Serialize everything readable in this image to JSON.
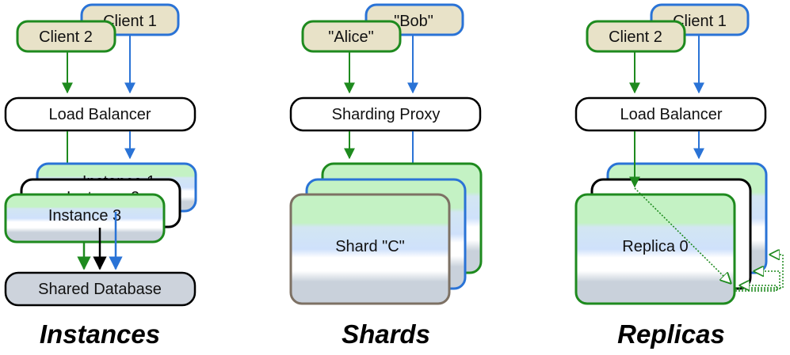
{
  "colors": {
    "green": "#1e8a1e",
    "blue": "#2a73d6",
    "black": "#000000",
    "client_fill": "#e8e2c8",
    "database_fill": "#cdd3dc",
    "shard_border": "#7d7164"
  },
  "instances": {
    "title": "Instances",
    "client1": "Client 1",
    "client2": "Client 2",
    "balancer": "Load Balancer",
    "instance_back": "Instance 1",
    "instance_mid": "Instance 2",
    "instance_front": "Instance 3",
    "database": "Shared Database"
  },
  "shards": {
    "title": "Shards",
    "client_bob": "\"Bob\"",
    "client_alice": "\"Alice\"",
    "proxy": "Sharding Proxy",
    "shard_front": "Shard \"C\""
  },
  "replicas": {
    "title": "Replicas",
    "client1": "Client 1",
    "client2": "Client 2",
    "balancer": "Load Balancer",
    "replica_front": "Replica 0"
  }
}
